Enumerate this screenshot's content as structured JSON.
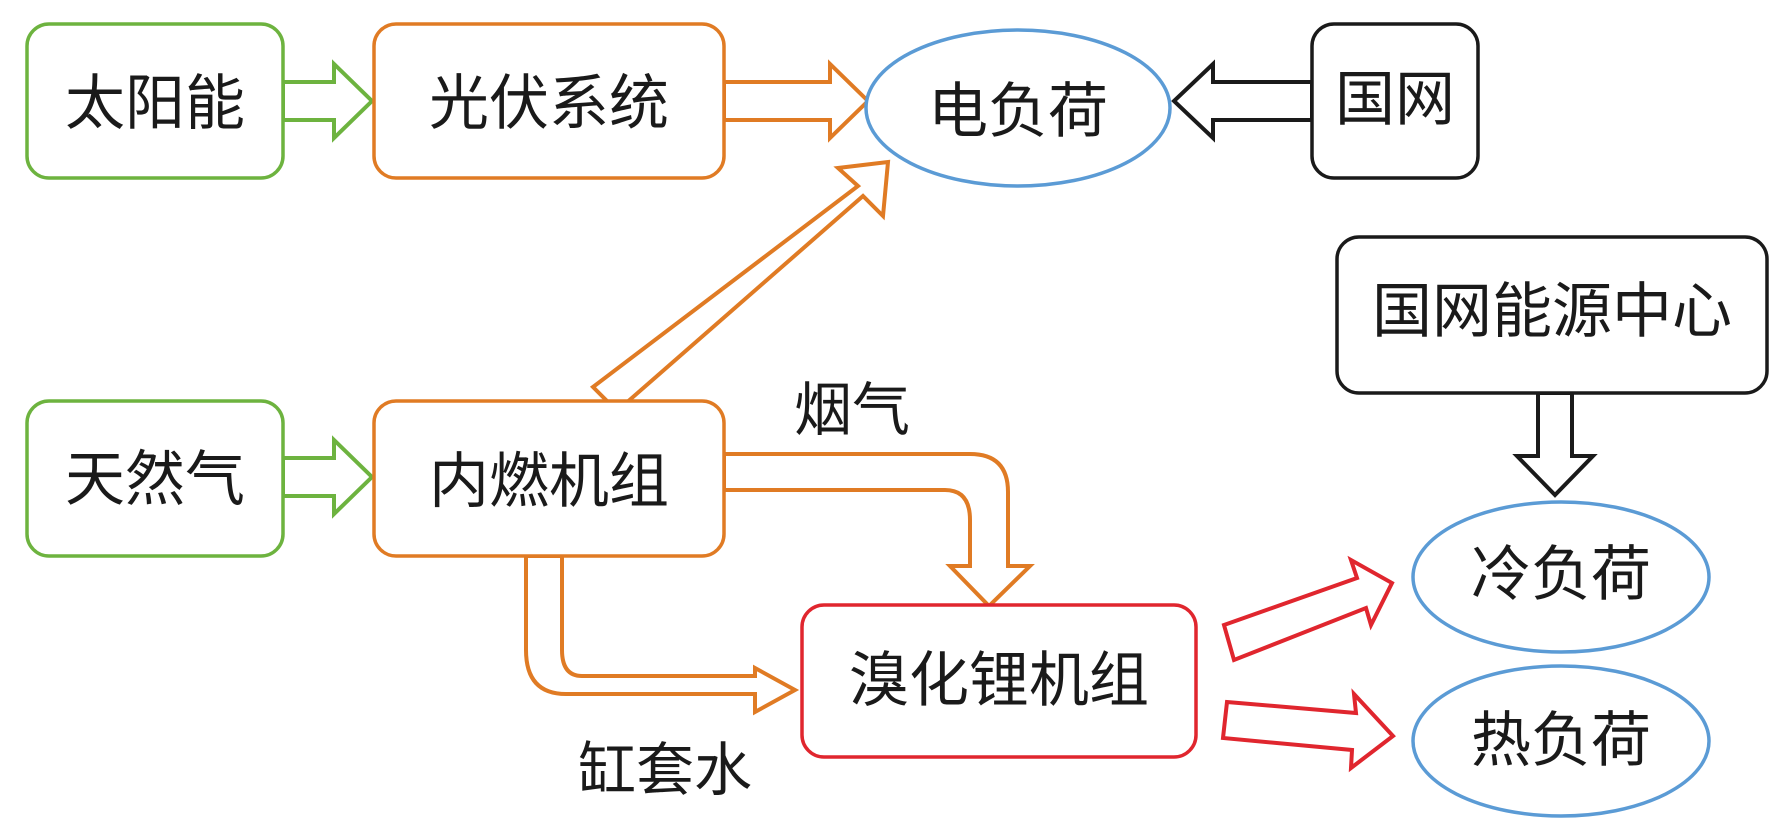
{
  "nodes": {
    "solar": "太阳能",
    "pv_system": "光伏系统",
    "electric_load": "电负荷",
    "grid": "国网",
    "grid_energy_center": "国网能源中心",
    "natural_gas": "天然气",
    "ice_unit": "内燃机组",
    "libr_unit": "溴化锂机组",
    "cooling_load": "冷负荷",
    "heat_load": "热负荷"
  },
  "edge_labels": {
    "flue_gas": "烟气",
    "jacket_water": "缸套水"
  },
  "colors": {
    "green": "#6db33f",
    "orange": "#e07b24",
    "blue": "#5b9bd5",
    "red": "#e0262e",
    "black": "#1a1a1a"
  }
}
